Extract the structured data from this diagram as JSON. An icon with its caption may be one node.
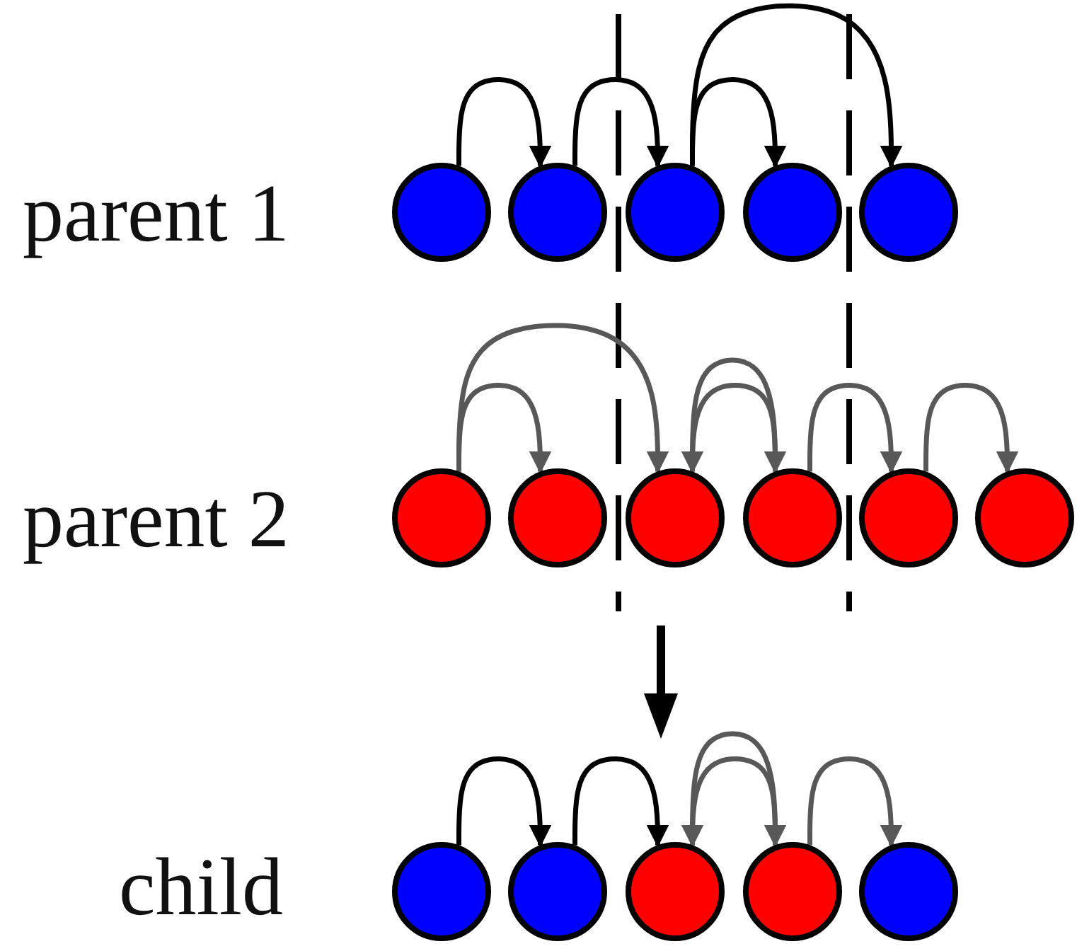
{
  "diagram": {
    "nodes": [
      {
        "text": [],
        "shape": "circle"
      },
      {
        "text": [],
        "shape": "circle"
      },
      {
        "text": [],
        "shape": "circle"
      },
      {
        "text": [],
        "shape": "circle"
      },
      {
        "text": [],
        "shape": "circle"
      },
      {
        "text": [],
        "shape": "circle"
      },
      {
        "text": [],
        "shape": "circle"
      },
      {
        "text": [],
        "shape": "circle"
      },
      {
        "text": [],
        "shape": "circle"
      },
      {
        "text": [],
        "shape": "circle"
      },
      {
        "text": [],
        "shape": "circle"
      },
      {
        "text": [],
        "shape": "circle"
      },
      {
        "text": [],
        "shape": "circle"
      },
      {
        "text": [],
        "shape": "circle"
      },
      {
        "text": [],
        "shape": "circle"
      },
      {
        "text": [],
        "shape": "circle"
      }
    ],
    "edges": [
      {
        "from": 0,
        "to": 1,
        "arrow": "to",
        "color": "#000000"
      },
      {
        "from": 1,
        "to": 2,
        "arrow": "to",
        "color": "#000000"
      },
      {
        "from": 2,
        "to": 3,
        "arrow": "to",
        "color": "#000000"
      },
      {
        "from": 2,
        "to": 4,
        "arrow": "to",
        "color": "#000000"
      },
      {
        "from": 5,
        "to": 6,
        "arrow": "to"
      },
      {
        "from": 5,
        "to": 7,
        "arrow": "to"
      },
      {
        "from": 7,
        "to": 8,
        "arrow": "to"
      },
      {
        "from": 8,
        "to": 7,
        "arrow": "to"
      },
      {
        "from": 8,
        "to": 9,
        "arrow": "to"
      },
      {
        "from": 9,
        "to": 10,
        "arrow": "to"
      },
      {
        "from": 11,
        "to": 12,
        "arrow": "to",
        "color": "#000000"
      },
      {
        "from": 12,
        "to": 13,
        "arrow": "to",
        "color": "#000000"
      },
      {
        "from": 13,
        "to": 14,
        "arrow": "to"
      },
      {
        "from": 14,
        "to": 13,
        "arrow": "to"
      },
      {
        "from": 14,
        "to": 15,
        "arrow": "to"
      }
    ],
    "labels": [
      "parent 1",
      "parent 2",
      "child"
    ]
  }
}
